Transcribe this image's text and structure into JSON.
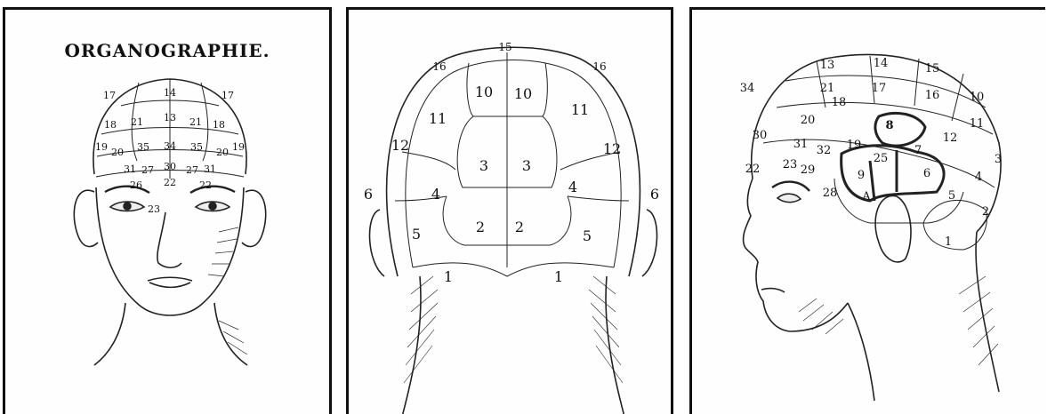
{
  "panels": [
    {
      "title": "ORGANOGRAPHIE.",
      "labels": [
        "17",
        "14",
        "17",
        "13",
        "18",
        "21",
        "21",
        "18",
        "19",
        "20",
        "35",
        "34",
        "35",
        "20",
        "19",
        "31",
        "27",
        "30",
        "27",
        "31",
        "22",
        "26",
        "22",
        "23"
      ]
    },
    {
      "labels": [
        "15",
        "16",
        "16",
        "10",
        "10",
        "11",
        "11",
        "12",
        "12",
        "3",
        "3",
        "4",
        "4",
        "6",
        "6",
        "2",
        "2",
        "5",
        "5",
        "1",
        "1"
      ]
    },
    {
      "labels": [
        "13",
        "14",
        "15",
        "34",
        "21",
        "17",
        "16",
        "10",
        "18",
        "8",
        "11",
        "30",
        "20",
        "19",
        "12",
        "31",
        "32",
        "25",
        "7",
        "3",
        "22",
        "29",
        "9",
        "6",
        "4",
        "23",
        "28",
        "A",
        "5",
        "2",
        "1"
      ]
    }
  ]
}
